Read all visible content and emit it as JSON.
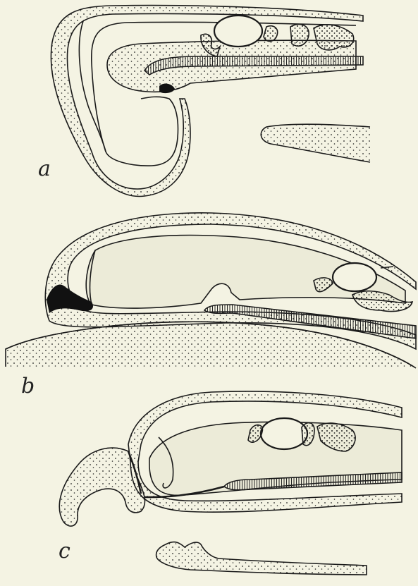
{
  "figure": {
    "panels": [
      {
        "label": "a"
      },
      {
        "label": "b"
      },
      {
        "label": "c"
      }
    ]
  },
  "colors": {
    "background": "#f4f3e3",
    "ink": "#1a1a1a",
    "dark_region": "#111111",
    "stipple_fill": "#ecebd8"
  }
}
